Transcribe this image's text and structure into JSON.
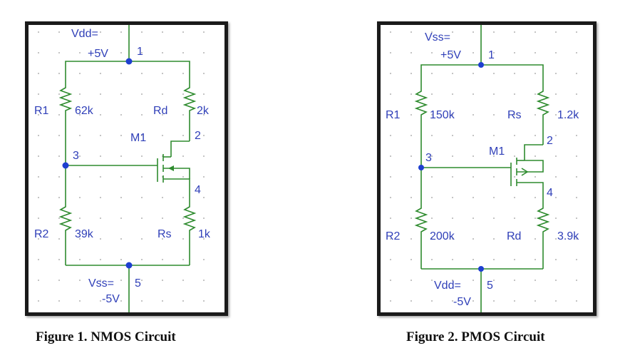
{
  "figures": [
    {
      "caption": "Figure 1. NMOS Circuit",
      "top_supply": [
        "Vdd=",
        "+5V"
      ],
      "top_node": "1",
      "bottom_supply": [
        "Vss=",
        "-5V"
      ],
      "bottom_node": "5",
      "left_top": {
        "name": "R1",
        "value": "62k"
      },
      "left_bottom": {
        "name": "R2",
        "value": "39k"
      },
      "right_top": {
        "name": "Rd",
        "value": "2k"
      },
      "right_bottom": {
        "name": "Rs",
        "value": "1k"
      },
      "transistor": "M1",
      "node_gate": "3",
      "node_upper": "2",
      "node_lower": "4"
    },
    {
      "caption": "Figure 2. PMOS Circuit",
      "top_supply": [
        "Vss=",
        "+5V"
      ],
      "top_node": "1",
      "bottom_supply": [
        "Vdd=",
        "-5V"
      ],
      "bottom_node": "5",
      "left_top": {
        "name": "R1",
        "value": "150k"
      },
      "left_bottom": {
        "name": "R2",
        "value": "200k"
      },
      "right_top": {
        "name": "Rs",
        "value": "1.2k"
      },
      "right_bottom": {
        "name": "Rd",
        "value": "3.9k"
      },
      "transistor": "M1",
      "node_gate": "3",
      "node_upper": "2",
      "node_lower": "4"
    }
  ],
  "colors": {
    "wire": "#2e8b2e",
    "label": "#2f3fb8",
    "node": "#1e3fd0",
    "grid": "#9a9a9a"
  }
}
